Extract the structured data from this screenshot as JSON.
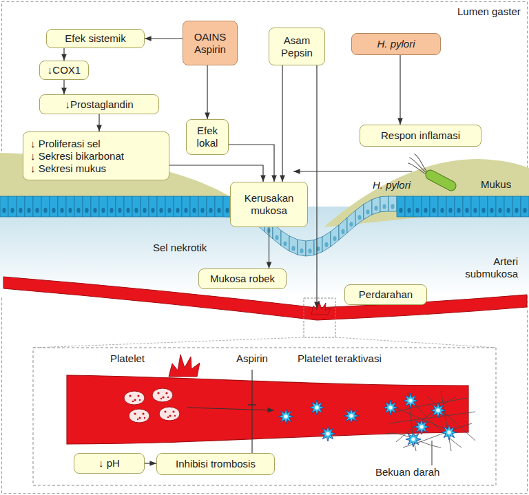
{
  "diagram": {
    "nodes": [
      {
        "text": [
          "Efek sistemik"
        ]
      },
      {
        "text": [
          "OAINS Aspirin"
        ]
      },
      {
        "text": [
          "Asam Pepsin"
        ]
      },
      {
        "text": [
          "H. pylori"
        ]
      },
      {
        "text": [
          "↓COX1"
        ]
      },
      {
        "text": [
          "↓Prostaglandin"
        ]
      },
      {
        "text": [
          "Efek lokal"
        ]
      },
      {
        "text": [
          "Respon inflamasi"
        ]
      },
      {
        "text": [
          "↓ Proliferasi sel",
          "↓ Sekresi bikarbonat",
          "↓ Sekresi mukus"
        ]
      },
      {
        "text": [
          "Kerusakan mukosa"
        ]
      },
      {
        "text": [
          "Mukosa robek"
        ]
      },
      {
        "text": [
          "Perdarahan"
        ]
      },
      {
        "text": [
          "↓ pH"
        ]
      },
      {
        "text": [
          "Inhibisi trombosis"
        ]
      }
    ],
    "edges": [
      {
        "from": 1,
        "to": 0,
        "arrow": "to"
      },
      {
        "from": 0,
        "to": 4,
        "arrow": "to"
      },
      {
        "from": 4,
        "to": 5,
        "arrow": "to"
      },
      {
        "from": 5,
        "to": 8,
        "arrow": "to"
      },
      {
        "from": 1,
        "to": 6,
        "arrow": "to"
      },
      {
        "from": 8,
        "to": 9,
        "arrow": "to"
      },
      {
        "from": 6,
        "to": 9,
        "arrow": "to"
      },
      {
        "from": 2,
        "to": 9,
        "arrow": "to"
      },
      {
        "from": 3,
        "to": 7,
        "arrow": "to"
      },
      {
        "from": 9,
        "to": 10,
        "arrow": "to"
      },
      {
        "from": 12,
        "to": 13,
        "arrow": "to"
      }
    ],
    "labels": [
      "Lumen gaster",
      "H. pylori",
      "Mukus",
      "Sel nekrotik",
      "Arteri submukosa",
      "Platelet",
      "Aspirin",
      "Platelet teraktivasi",
      "Bekuan darah"
    ]
  }
}
